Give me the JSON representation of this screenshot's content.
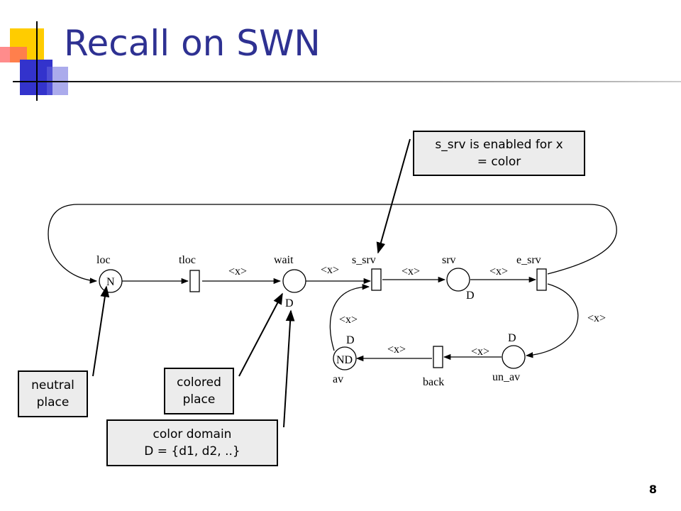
{
  "slide": {
    "title": "Recall on SWN",
    "page_number": "8"
  },
  "diagram": {
    "places": {
      "loc": {
        "label": "loc",
        "marking": "N"
      },
      "wait": {
        "label": "wait",
        "domain": "D"
      },
      "srv": {
        "label": "srv",
        "domain": "D"
      },
      "av": {
        "label": "av",
        "domain": "D",
        "marking": "ND"
      },
      "un_av": {
        "label": "un_av",
        "domain": "D"
      }
    },
    "transitions": {
      "tloc": "tloc",
      "s_srv": "s_srv",
      "e_srv": "e_srv",
      "back": "back"
    },
    "arc_labels": {
      "tloc_wait": "<x>",
      "wait_ssrv": "<x>",
      "ssrv_srv": "<x>",
      "srv_esrv": "<x>",
      "esrv_unav": "<x>",
      "unav_back": "<x>",
      "back_av": "<x>",
      "av_ssrv": "<x>"
    }
  },
  "callouts": {
    "s_srv_enabled": "s_srv is enabled for x\n= color",
    "neutral_place": "neutral\nplace",
    "colored_place": "colored\nplace",
    "color_domain": "color domain\nD = {d1, d2, ..}"
  }
}
